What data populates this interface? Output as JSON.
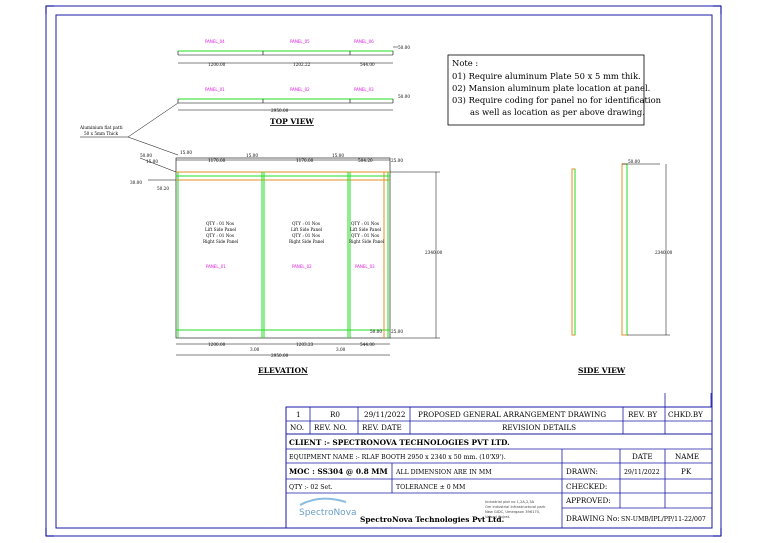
{
  "drawing": {
    "top_view": {
      "title": "TOP VIEW",
      "row1_panels": [
        "PANEL_04",
        "PANEL_05",
        "PANEL_06"
      ],
      "row1_dims": [
        "1200.00",
        "1202.22",
        "544.00"
      ],
      "row1_height": "50.00",
      "row2_panels": [
        "PANEL_01",
        "PANEL_02",
        "PANEL_03"
      ],
      "row2_overall": "2950.00",
      "row2_height": "50.00"
    },
    "aluminium_label_1": "Aluminium flat patti",
    "aluminium_label_2": "50 x 5mm Thick",
    "elevation": {
      "title": "ELEVATION",
      "top_dims": [
        "15.00",
        "1170.00",
        "15.00",
        "1170.00",
        "15.00",
        "504.20",
        "25.00"
      ],
      "left_dims": [
        "50.00",
        "15.00",
        "30.00",
        "50.20"
      ],
      "height_dim": "2340.00",
      "bottom_right_dims": [
        "50.00",
        "25.00"
      ],
      "bottom_dims": [
        "1200.00",
        "1203.23",
        "544.00"
      ],
      "small_dims": [
        "3.00",
        "3.00"
      ],
      "overall": "2950.00",
      "panel_labels": [
        "PANEL_01",
        "PANEL_02",
        "PANEL_03"
      ],
      "qty_lines": [
        "QTY : 01 Nos",
        "Lift Side Panel",
        "QTY : 01 Nos",
        "Right Side Panel"
      ]
    },
    "side_view": {
      "title": "SIDE VIEW",
      "top_dim": "50.00",
      "height_dim": "2340.00"
    }
  },
  "note": {
    "heading": "Note :",
    "items": [
      "01)  Require aluminum Plate 50 x 5 mm thik.",
      "02)  Mansion aluminum plate location at panel.",
      "03)  Require coding for panel no for identification",
      "as well as location as per above drawing."
    ]
  },
  "title_block": {
    "rev_row": {
      "no": "1",
      "rev_no": "R0",
      "rev_date": "29/11/2022",
      "details": "PROPOSED GENERAL ARRANGEMENT DRAWING",
      "rev_by": "REV. BY",
      "chkd_by": "CHKD.BY"
    },
    "header": {
      "no": "NO.",
      "rev_no": "REV. NO.",
      "rev_date": "REV. DATE",
      "details": "REVISION DETAILS"
    },
    "client": "CLIENT :- SPECTRONOVA TECHNOLOGIES PVT LTD.",
    "equipment": "EQUIPMENT NAME :- RLAF BOOTH 2950 x 2340 x 50 mm. (10'X9').",
    "date_label": "DATE",
    "name_label": "NAME",
    "moc": "MOC : SS304 @ 0.8 MM",
    "all_dim": "ALL DIMENSION ARE IN MM",
    "drawn_label": "DRAWN:",
    "drawn_date": "29/11/2022",
    "drawn_name": "PK",
    "qty": "QTY :- 02 Set.",
    "tolerance": "TOLERANCE ± 0 MM",
    "checked_label": "CHECKED:",
    "approved_label": "APPROVED:",
    "drawing_no_label": "DRAWING No:",
    "drawing_no": "SN-UMB/IPL/PP/11-22/007",
    "logo_text": "SpectroNova",
    "company": "SpectroNova Technologies Pvt Ltd.",
    "address": [
      "Industrial plot no 1,2A,2,3A",
      "Om Industrial Infrastructural park",
      "New GIDC, Umergaon 396170,",
      "Valsad Gujrat."
    ]
  }
}
